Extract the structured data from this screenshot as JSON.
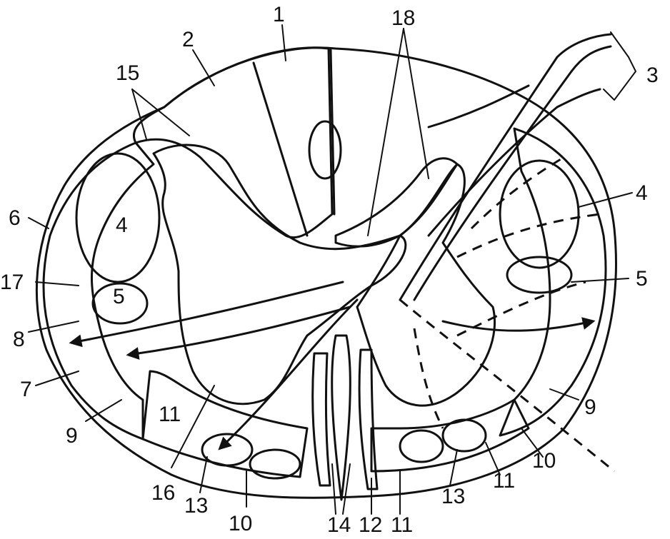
{
  "diagram": {
    "labels": [
      {
        "id": "l1",
        "text": "1"
      },
      {
        "id": "l2",
        "text": "2"
      },
      {
        "id": "l3",
        "text": "3"
      },
      {
        "id": "l4a",
        "text": "4"
      },
      {
        "id": "l4b",
        "text": "4"
      },
      {
        "id": "l5a",
        "text": "5"
      },
      {
        "id": "l5b",
        "text": "5"
      },
      {
        "id": "l6",
        "text": "6"
      },
      {
        "id": "l7",
        "text": "7"
      },
      {
        "id": "l8",
        "text": "8"
      },
      {
        "id": "l9a",
        "text": "9"
      },
      {
        "id": "l9b",
        "text": "9"
      },
      {
        "id": "l10a",
        "text": "10"
      },
      {
        "id": "l10b",
        "text": "10"
      },
      {
        "id": "l11a",
        "text": "11"
      },
      {
        "id": "l11b",
        "text": "11"
      },
      {
        "id": "l11c",
        "text": "11"
      },
      {
        "id": "l12",
        "text": "12"
      },
      {
        "id": "l13a",
        "text": "13"
      },
      {
        "id": "l13b",
        "text": "13"
      },
      {
        "id": "l14",
        "text": "14"
      },
      {
        "id": "l15",
        "text": "15"
      },
      {
        "id": "l16",
        "text": "16"
      },
      {
        "id": "l17",
        "text": "17"
      },
      {
        "id": "l18",
        "text": "18"
      }
    ]
  }
}
